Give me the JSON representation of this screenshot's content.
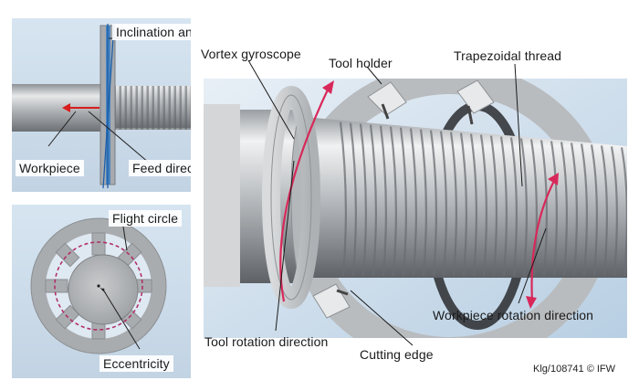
{
  "labels": {
    "inclination_angle": "Inclination angle",
    "workpiece": "Workpiece",
    "feed_direction": "Feed direction",
    "flight_circle": "Flight circle",
    "eccentricity": "Eccentricity",
    "vortex_gyroscope": "Vortex gyroscope",
    "tool_holder": "Tool holder",
    "trapezoidal_thread": "Trapezoidal thread",
    "tool_rotation_direction": "Tool rotation direction",
    "cutting_edge": "Cutting edge",
    "workpiece_rotation_direction": "Workpiece rotation direction"
  },
  "credit": "Klg/108741 © IFW",
  "colors": {
    "arrow": "#d8285a",
    "feed_arrow": "#d81e1e",
    "flight_circle": "#b0306a",
    "tool_ring": "#3a7fc4",
    "background_panel": "#dbe7f1"
  }
}
